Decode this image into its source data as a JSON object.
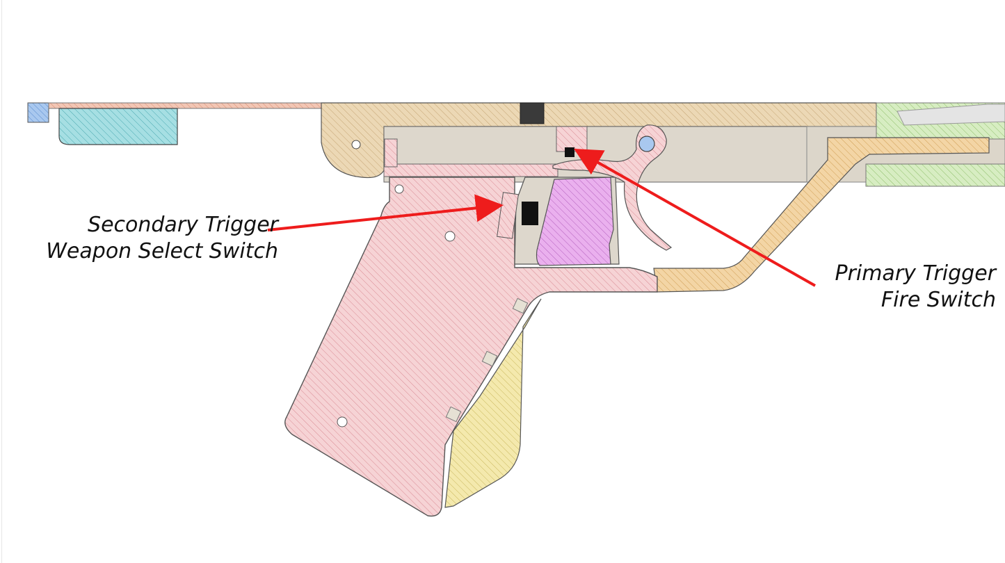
{
  "labels": {
    "secondary": {
      "line1": "Secondary Trigger",
      "line2": "Weapon Select Switch"
    },
    "primary": {
      "line1": "Primary Trigger",
      "line2": "Fire Switch"
    }
  },
  "colors": {
    "grip": "#f3c9cc",
    "receiver": "#e8d2ad",
    "housing": "#dcd6cb",
    "stock": "#f0cfa0",
    "button": "#e6a9ec",
    "grip_panel": "#f1e6a3",
    "left_stock": "#9ad8dd",
    "right_green": "#cfe8b8",
    "arrow": "#ee1c1c"
  }
}
